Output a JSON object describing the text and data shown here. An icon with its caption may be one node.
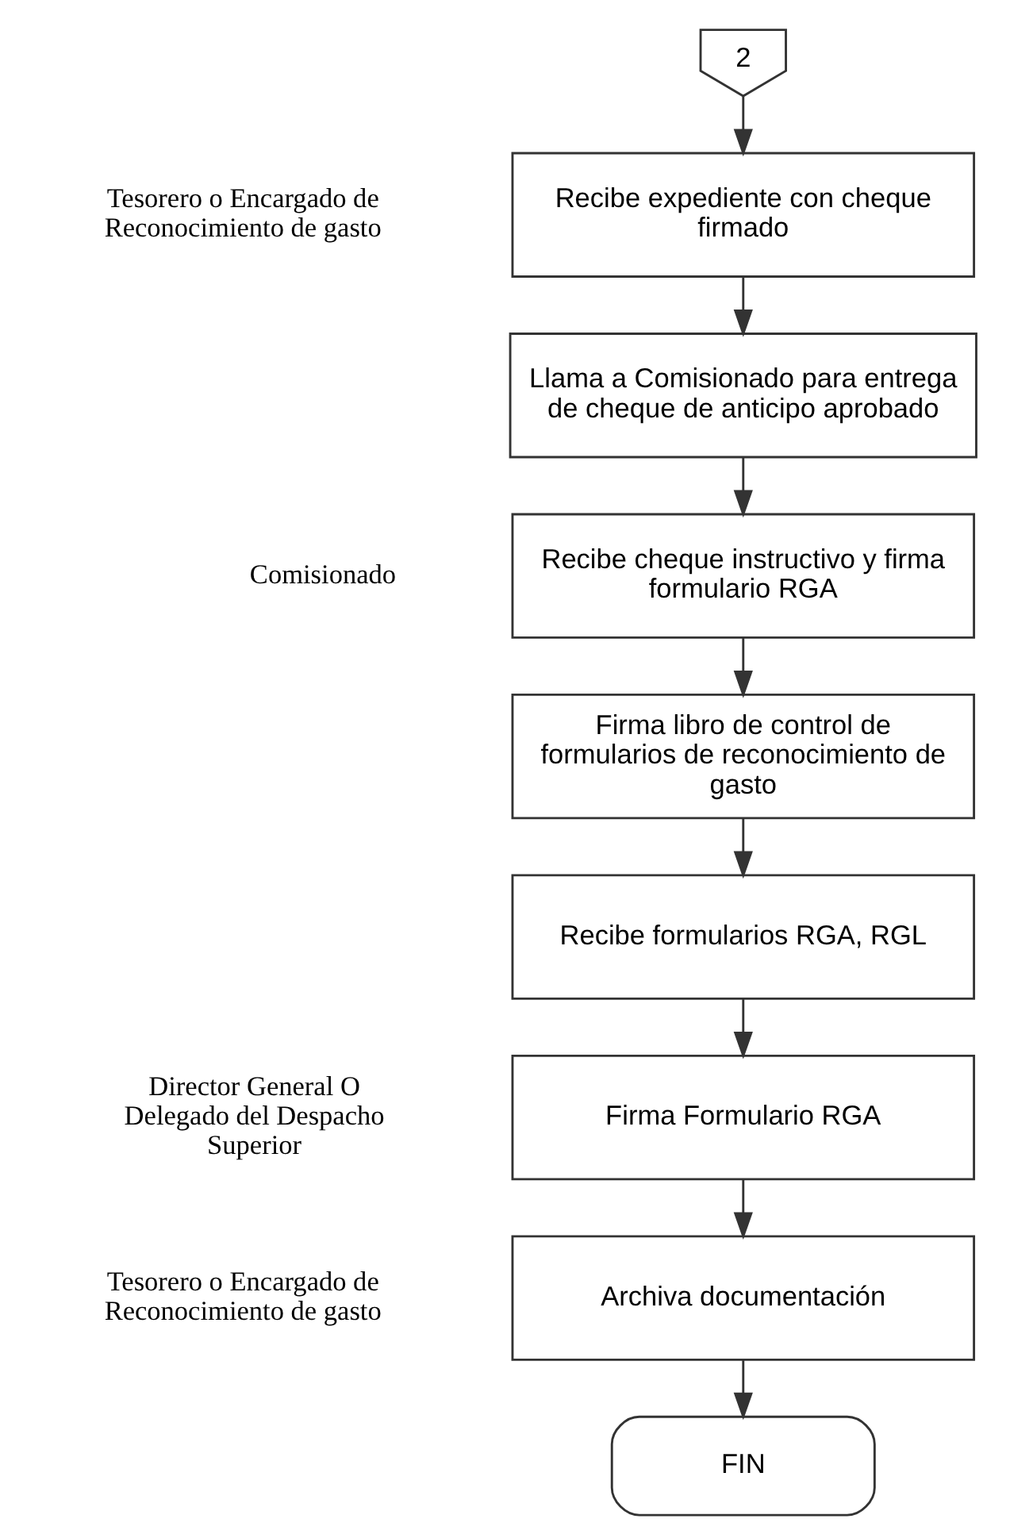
{
  "diagram": {
    "nodes": [
      {
        "text": [
          "2"
        ]
      },
      {
        "text": [
          "Recibe expediente con cheque firmado"
        ]
      },
      {
        "text": [
          "Llama a Comisionado para entrega de cheque de anticipo aprobado"
        ]
      },
      {
        "text": [
          "Recibe cheque instructivo y firma formulario RGA"
        ]
      },
      {
        "text": [
          "Firma libro de control de formularios de reconocimiento de gasto"
        ]
      },
      {
        "text": [
          "Recibe formularios RGA, RGL"
        ]
      },
      {
        "text": [
          "Firma Formulario RGA"
        ]
      },
      {
        "text": [
          "Archiva documentación"
        ]
      },
      {
        "text": [
          "FIN"
        ]
      }
    ],
    "edges": [
      {
        "from": 0,
        "to": 1,
        "arrow": "to"
      },
      {
        "from": 1,
        "to": 2,
        "arrow": "to"
      },
      {
        "from": 2,
        "to": 3,
        "arrow": "to"
      },
      {
        "from": 3,
        "to": 4,
        "arrow": "to"
      },
      {
        "from": 4,
        "to": 5,
        "arrow": "to"
      },
      {
        "from": 5,
        "to": 6,
        "arrow": "to"
      },
      {
        "from": 6,
        "to": 7,
        "arrow": "to"
      },
      {
        "from": 7,
        "to": 8,
        "arrow": "to"
      }
    ],
    "labels": [
      "Tesorero o Encargado de Reconocimiento de gasto",
      "Comisionado",
      "Director General O Delegado del Despacho Superior",
      "Tesorero o Encargado de Reconocimiento de gasto"
    ]
  }
}
